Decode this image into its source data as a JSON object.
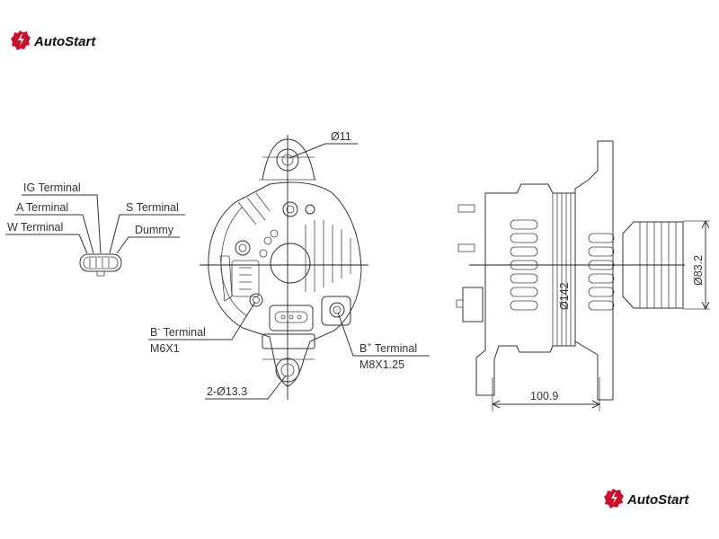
{
  "brand": {
    "name": "AutoStart",
    "color": "#c8102e"
  },
  "connector": {
    "labels": {
      "ig": "IG Terminal",
      "a": "A Terminal",
      "w": "W Terminal",
      "s": "S Terminal",
      "dummy": "Dummy"
    }
  },
  "front_view": {
    "top_hole": "Ø11",
    "b_minus_label": "B",
    "b_minus_sup": "-",
    "b_minus_suffix": " Terminal",
    "b_minus_thread": "M6X1",
    "b_plus_label": "B",
    "b_plus_sup": "+",
    "b_plus_suffix": " Terminal",
    "b_plus_thread": "M8X1.25",
    "mount_holes": "2-Ø13.3"
  },
  "side_view": {
    "body_diameter": "Ø142",
    "pulley_diameter": "Ø83.2",
    "length": "100.9"
  }
}
